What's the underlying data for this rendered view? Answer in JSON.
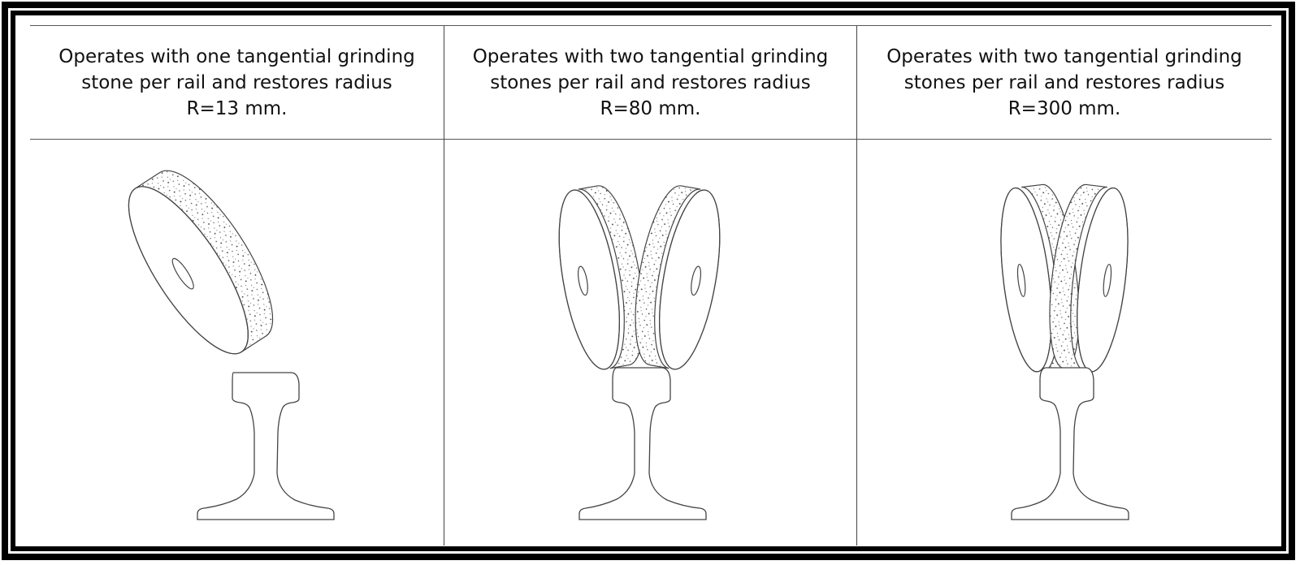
{
  "columns": [
    {
      "id": "r13",
      "caption": "Operates with one tangential grinding\nstone per rail and restores radius\nR=13 mm."
    },
    {
      "id": "r80",
      "caption": "Operates with two tangential grinding\nstones per rail and restores radius\nR=80 mm."
    },
    {
      "id": "r300",
      "caption": "Operates with two tangential grinding\nstones per rail and restores radius\nR=300 mm."
    }
  ]
}
